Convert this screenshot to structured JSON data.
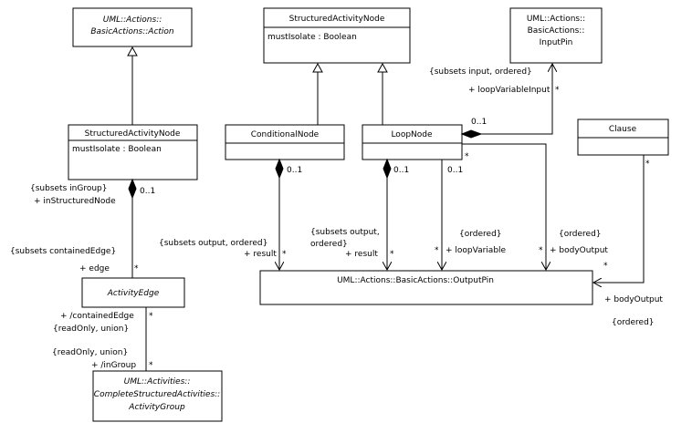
{
  "classes": {
    "action": {
      "line1": "UML::Actions::",
      "line2": "BasicActions::Action"
    },
    "san_left": {
      "name": "StructuredActivityNode",
      "attr": "mustIsolate : Boolean"
    },
    "san_top": {
      "name": "StructuredActivityNode",
      "attr": "mustIsolate : Boolean"
    },
    "input_pin": {
      "line1": "UML::Actions::",
      "line2": "BasicActions::",
      "line3": "InputPin"
    },
    "conditional_node": {
      "name": "ConditionalNode"
    },
    "loop_node": {
      "name": "LoopNode"
    },
    "clause": {
      "name": "Clause"
    },
    "output_pin": {
      "name": "UML::Actions::BasicActions::OutputPin"
    },
    "activity_edge": {
      "name": "ActivityEdge"
    },
    "activity_group": {
      "line1": "UML::Activities::",
      "line2": "CompleteStructuredActivities::",
      "line3": "ActivityGroup"
    }
  },
  "labels": {
    "in_group_subsets": "{subsets inGroup}",
    "in_structured_node": "+ inStructuredNode",
    "left_mult_01": "0..1",
    "contained_edge_subsets": "{subsets containedEdge}",
    "edge_role": "+ edge",
    "edge_mult": "*",
    "contained_edge_role": "+ /containedEdge",
    "contained_edge_readonly": "{readOnly, union}",
    "contained_edge_mult": "*",
    "in_group_readonly": "{readOnly, union}",
    "in_group_role": "+ /inGroup",
    "in_group_mult": "*",
    "cond_mult_01": "0..1",
    "cond_subsets": "{subsets output, ordered}",
    "cond_result": "+ result",
    "cond_mult_star": "*",
    "loop_mult_01": "0..1",
    "loop_subsets_line1": "{subsets output,",
    "loop_subsets_line2": "ordered}",
    "loop_result": "+ result",
    "loop_result_mult": "*",
    "loopvar_mult_01": "0..1",
    "loopvar_ordered": "{ordered}",
    "loopvar_role": "+ loopVariable",
    "loopvar_mult": "*",
    "loop_star_right": "*",
    "body_ordered": "{ordered}",
    "body_role": "+ bodyOutput",
    "body_mult": "*",
    "input_subsets": "{subsets input, ordered}",
    "input_role": "+ loopVariableInput",
    "input_mult": "*",
    "input_loop_01": "0..1",
    "clause_mult_top": "*",
    "clause_mult_bottom": "*",
    "clause_role": "+ bodyOutput",
    "clause_ordered": "{ordered}"
  }
}
